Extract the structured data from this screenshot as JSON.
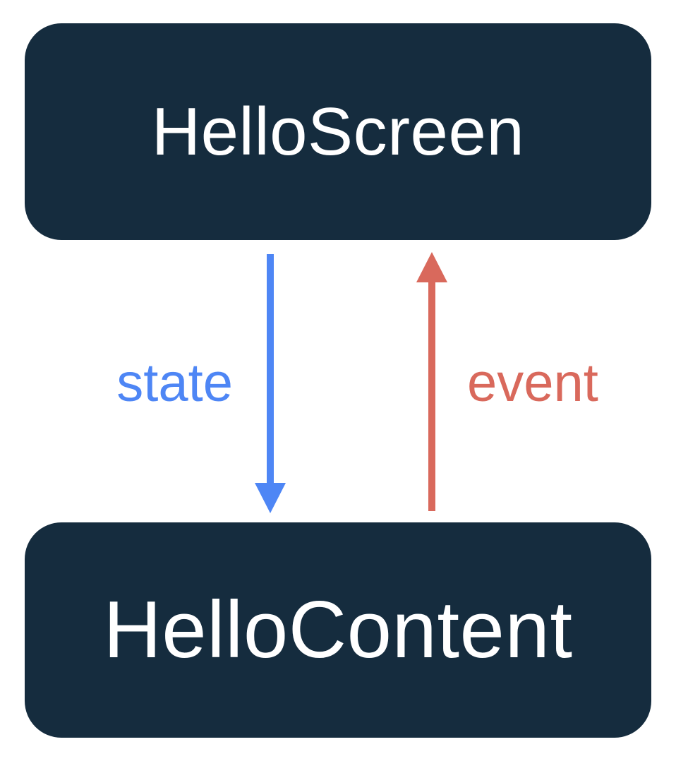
{
  "diagram": {
    "title": "unidirectional-data-flow",
    "nodes": [
      {
        "id": "helloscreen",
        "label": "HelloScreen"
      },
      {
        "id": "hellocontent",
        "label": "HelloContent"
      }
    ],
    "arrows": [
      {
        "label": "state",
        "direction": "down",
        "from": "HelloScreen",
        "to": "HelloContent",
        "color": "#4e86f5"
      },
      {
        "label": "event",
        "direction": "up",
        "from": "HelloContent",
        "to": "HelloScreen",
        "color": "#d9695c"
      }
    ],
    "colors": {
      "node_background": "#152c3e",
      "node_text": "#ffffff",
      "state_accent": "#4e86f5",
      "event_accent": "#d9695c",
      "background": "#ffffff"
    }
  }
}
